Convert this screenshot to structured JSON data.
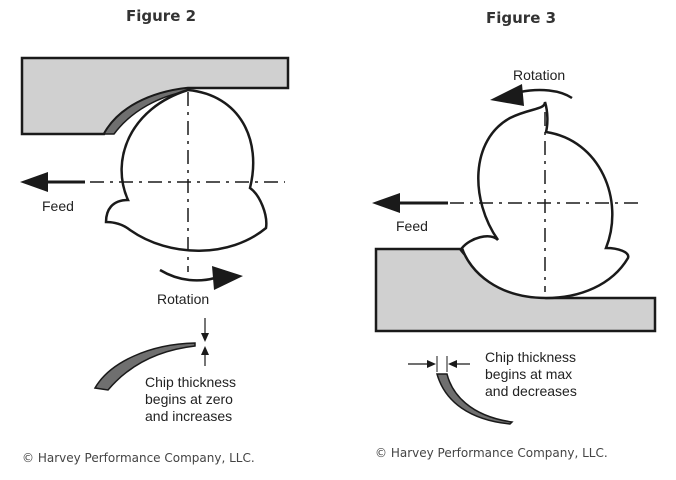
{
  "figure2": {
    "title": "Figure 2",
    "feed_label": "Feed",
    "rotation_label": "Rotation",
    "chip_note": "Chip thickness\nbegins at zero\nand increases",
    "copyright": "© Harvey Performance Company, LLC."
  },
  "figure3": {
    "title": "Figure 3",
    "feed_label": "Feed",
    "rotation_label": "Rotation",
    "chip_note": "Chip thickness\nbegins at max\nand decreases",
    "copyright": "© Harvey Performance Company, LLC."
  },
  "colors": {
    "workpiece_fill": "#d0d0d0",
    "chip_fill": "#707070",
    "line": "#1a1a1a"
  }
}
